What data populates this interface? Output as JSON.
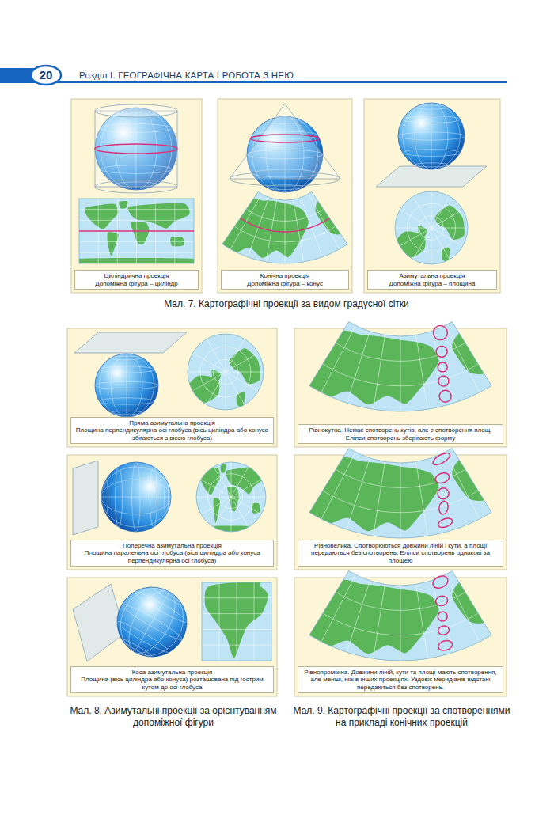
{
  "diagram": {
    "title": "Розділ І. ГЕОГРАФІЧНА КАРТА І РОБОТА З НЕЮ",
    "nodes": [
      {
        "text": [
          "Циліндрична проекція",
          "Допоміжна фігура – циліндр"
        ]
      },
      {
        "text": [
          "Конічна проекція",
          "Допоміжна фігура – конус"
        ]
      },
      {
        "text": [
          "Азимутальна проекція",
          "Допоміжна фігура – площина"
        ]
      },
      {
        "text": [
          "Пряма азимутальна проекція",
          "Площина перпендикулярна осі глобуса (вісь циліндра або конуса збігаються з віссю глобуса)"
        ]
      },
      {
        "text": [
          "Рівнокутна. Немає спотворень кутів, але є спотворення площ. Еліпси спотворень зберігають форму"
        ]
      },
      {
        "text": [
          "Поперечна азимутальна проекція",
          "Площина паралельна осі глобуса (вісь циліндра або конуса перпендикулярна осі глобуса)"
        ]
      },
      {
        "text": [
          "Рівновелика. Спотворюються довжини ліній і кути, а площі передаються без спотворень. Еліпси спотворень однакові за площею"
        ]
      },
      {
        "text": [
          "Коса азимутальна проекція",
          "Площина (вісь циліндра або конуса) розташована під гострим кутом до осі глобуса"
        ]
      },
      {
        "text": [
          "Рівнопроміжна. Довжини ліній, кути та площі мають спотворення, але менші, ніж в інших проекціях. Уздовж меридіанів відстані передаються без спотворень."
        ]
      }
    ],
    "labels": [
      "20",
      "Мал. 7. Картографічні проекції за видом градусної сітки",
      "Мал. 8. Азимутальні проекції за орієнтуванням допоміжної фігури",
      "Мал. 9. Картографічні проекції за спотвореннями на прикладі конічних проекцій"
    ]
  }
}
